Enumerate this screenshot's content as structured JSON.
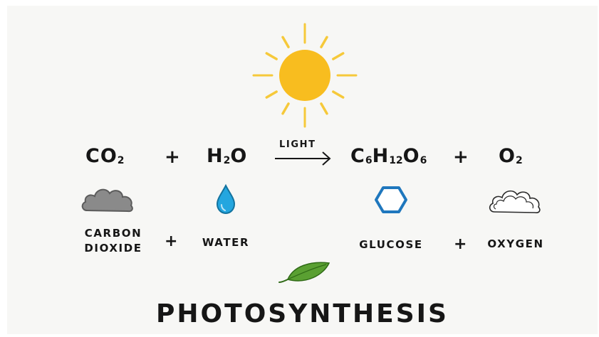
{
  "diagram": {
    "title": "PHOTOSYNTHESIS",
    "arrow_label": "LIGHT",
    "reactants": [
      {
        "formula_parts": [
          {
            "t": "CO"
          },
          {
            "t": "2",
            "sub": true
          }
        ],
        "label_lines": [
          "CARBON",
          "DIOXIDE"
        ],
        "icon": "gray-cloud-icon"
      },
      {
        "formula_parts": [
          {
            "t": "H"
          },
          {
            "t": "2",
            "sub": true
          },
          {
            "t": "O"
          }
        ],
        "label_lines": [
          "WATER"
        ],
        "icon": "water-drop-icon"
      }
    ],
    "products": [
      {
        "formula_parts": [
          {
            "t": "C"
          },
          {
            "t": "6",
            "sub": true
          },
          {
            "t": "H"
          },
          {
            "t": "12",
            "sub": true
          },
          {
            "t": "O"
          },
          {
            "t": "6",
            "sub": true
          }
        ],
        "label_lines": [
          "GLUCOSE"
        ],
        "icon": "hexagon-icon"
      },
      {
        "formula_parts": [
          {
            "t": "O"
          },
          {
            "t": "2",
            "sub": true
          }
        ],
        "label_lines": [
          "OXYGEN"
        ],
        "icon": "white-cloud-icon"
      }
    ],
    "plus_sign": "+",
    "icons": {
      "sun": "sun-icon",
      "leaf": "leaf-icon"
    },
    "colors": {
      "sun_core": "#f8bd1f",
      "sun_rays": "#f6c93a",
      "water_drop": "#24a6df",
      "hexagon_stroke": "#1f77bd",
      "leaf": "#5aa032",
      "gray_cloud": "#8a8a8a",
      "text": "#161616",
      "background": "#f7f7f5"
    }
  }
}
